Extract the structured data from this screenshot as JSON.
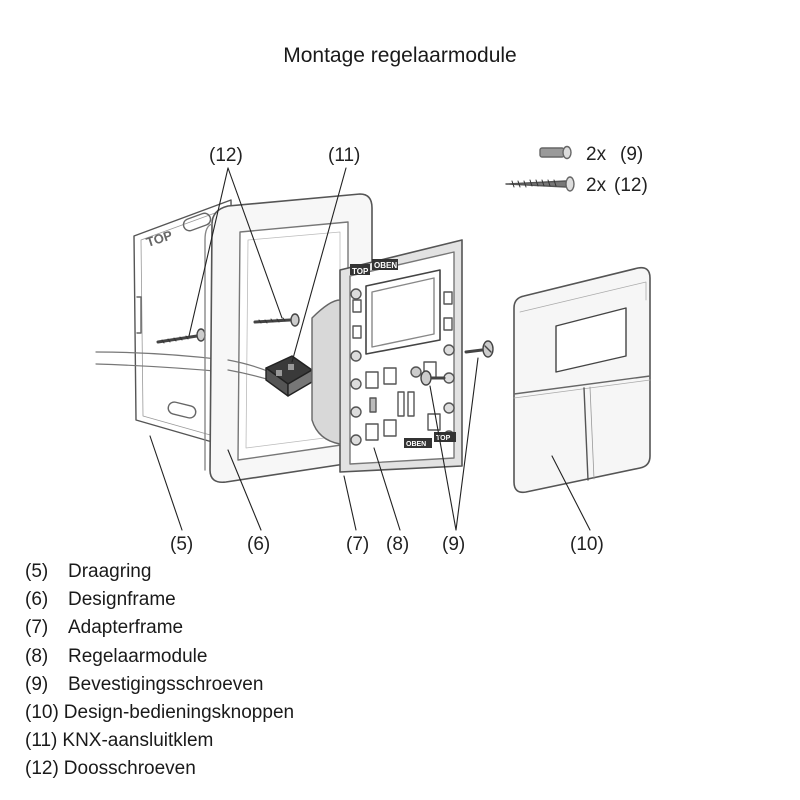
{
  "title": "Montage regelaarmodule",
  "embossed": {
    "top_ring": "TOP",
    "top_adapter": "TOP",
    "oben_adapter": "OBEN",
    "oben_bottom": "OBEN",
    "top_bottom": "TOP"
  },
  "callouts": [
    "(12)",
    "(11)",
    "(5)",
    "(6)",
    "(7)",
    "(8)",
    "(9)",
    "(10)"
  ],
  "screws_key": [
    {
      "count": "2x",
      "ref": "(9)",
      "icon": "short-screw-icon"
    },
    {
      "count": "2x",
      "ref": "(12)",
      "icon": "long-screw-icon"
    }
  ],
  "legend": [
    {
      "num": "(5)",
      "label": "Draagring"
    },
    {
      "num": "(6)",
      "label": "Designframe"
    },
    {
      "num": "(7)",
      "label": "Adapterframe"
    },
    {
      "num": "(8)",
      "label": "Regelaarmodule"
    },
    {
      "num": "(9)",
      "label": "Bevestigingsschroeven"
    },
    {
      "num": "(10)",
      "label": "Design-bedieningsknoppen"
    },
    {
      "num": "(11)",
      "label": "KNX-aansluitklem"
    },
    {
      "num": "(12)",
      "label": "Doosschroeven"
    }
  ]
}
